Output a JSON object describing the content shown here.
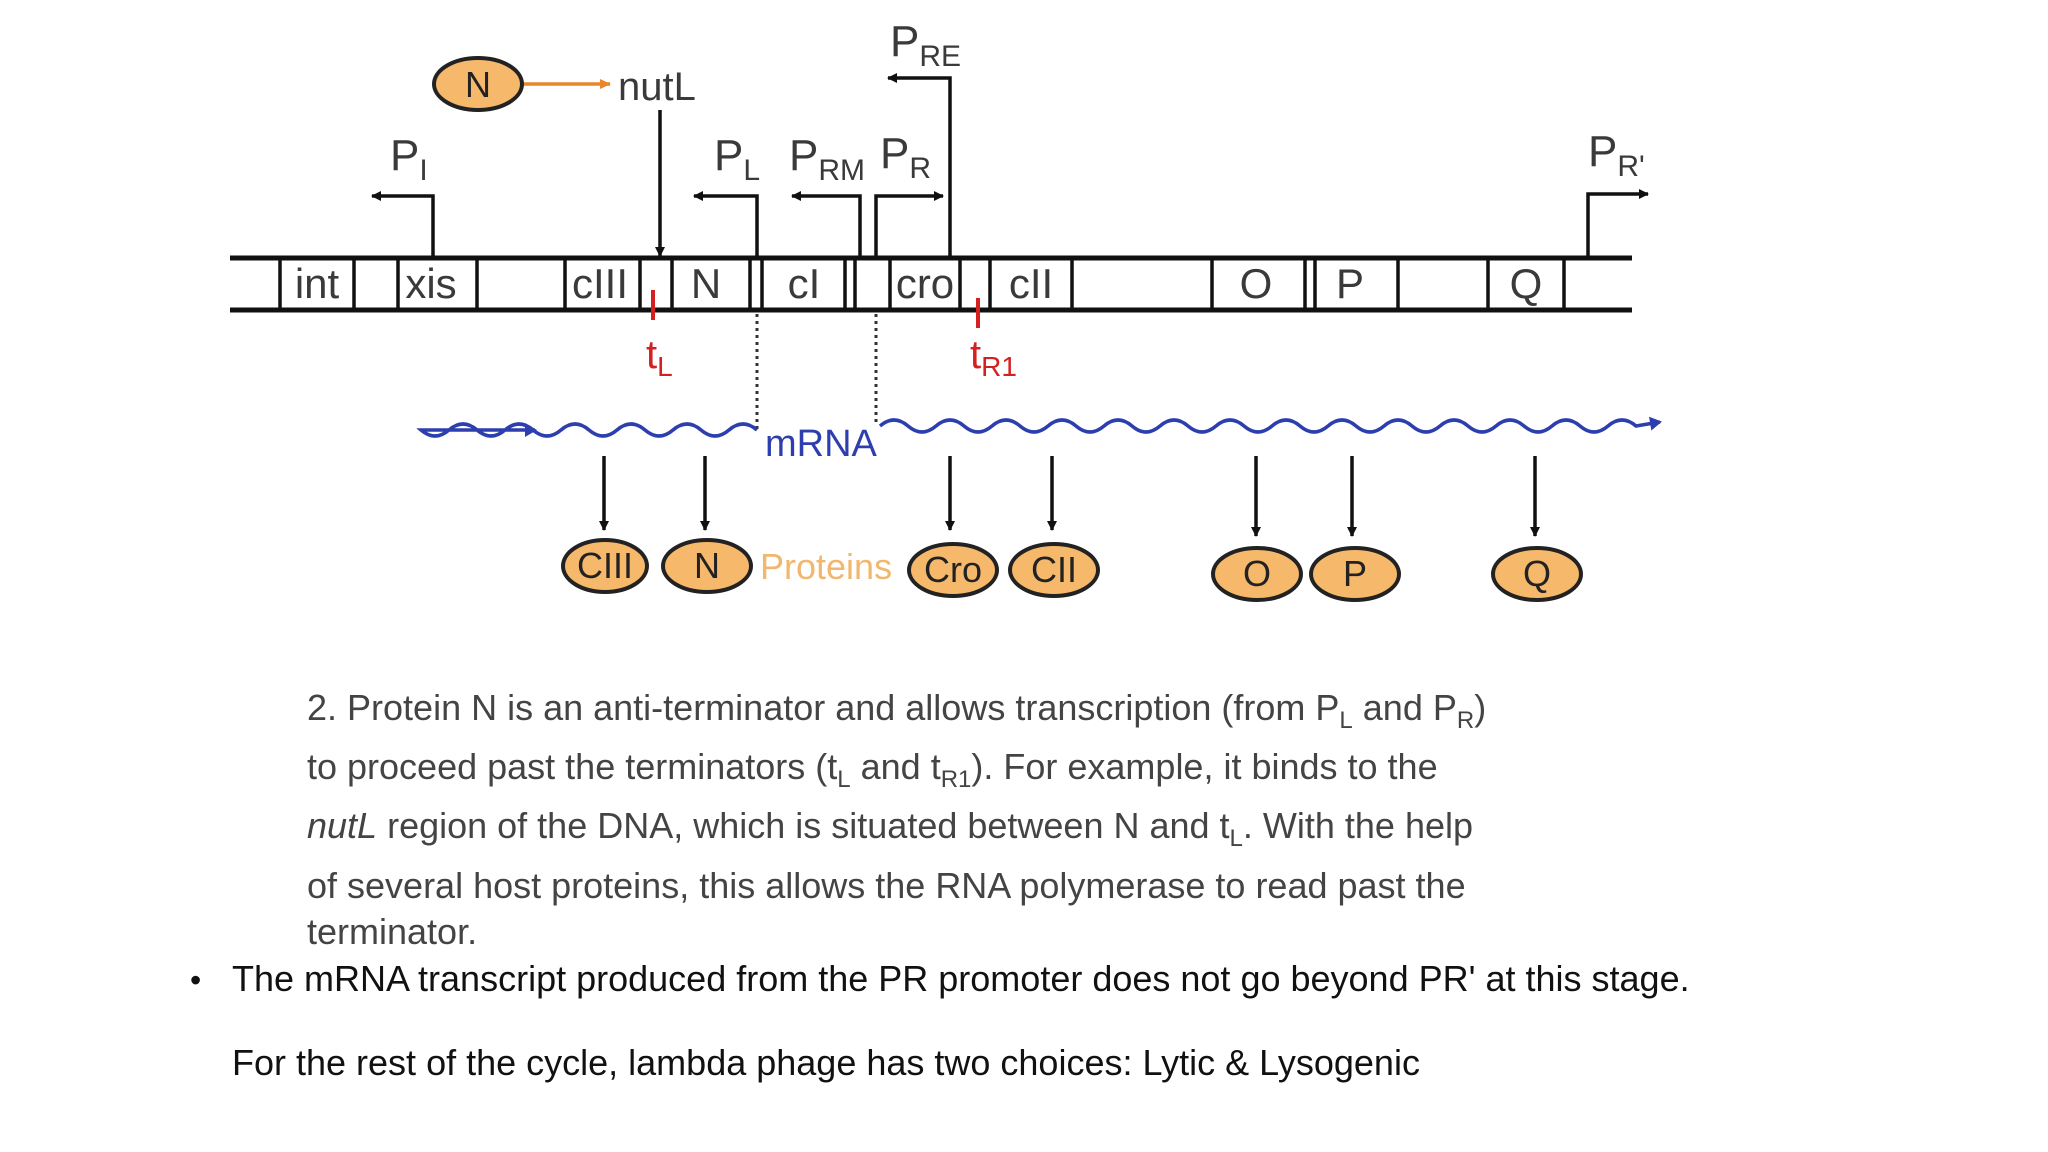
{
  "diagram": {
    "genes": [
      "int",
      "xis",
      "cIII",
      "N",
      "cI",
      "cro",
      "cII",
      "O",
      "P",
      "Q"
    ],
    "promoters": {
      "pi": {
        "main": "P",
        "sub": "I"
      },
      "pl": {
        "main": "P",
        "sub": "L"
      },
      "prm": {
        "main": "P",
        "sub": "RM"
      },
      "pr": {
        "main": "P",
        "sub": "R"
      },
      "pre": {
        "main": "P",
        "sub": "RE"
      },
      "prprime": {
        "main": "P",
        "sub": "R'"
      }
    },
    "n_protein": "N",
    "nutl": "nutL",
    "terminators": {
      "tl": {
        "main": "t",
        "sub": "L"
      },
      "tr1": {
        "main": "t",
        "sub": "R1"
      }
    },
    "mrna_label": "mRNA",
    "proteins_label": "Proteins",
    "proteins": [
      "CIII",
      "N",
      "Cro",
      "CII",
      "O",
      "P",
      "Q"
    ]
  },
  "caption": {
    "l1a": "2. Protein N is an anti-terminator and allows transcription (from P",
    "l1b": "L",
    "l1c": " and P",
    "l1d": "R",
    "l1e": ")",
    "l2a": "to proceed past the terminators (t",
    "l2b": "L",
    "l2c": " and t",
    "l2d": "R1",
    "l2e": "). For example, it binds to the",
    "l3a": "nutL",
    "l3b": " region of the DNA, which is situated between N and t",
    "l3c": "L",
    "l3d": ". With the help",
    "l4": "of several host proteins, this allows the RNA polymerase to read past the",
    "l5": "terminator."
  },
  "bullets": [
    "The mRNA transcript produced from the PR promoter does not go beyond PR' at this stage."
  ],
  "bullet_symbol": "•",
  "followup": "For the rest of the cycle, lambda phage has two choices: Lytic & Lysogenic"
}
